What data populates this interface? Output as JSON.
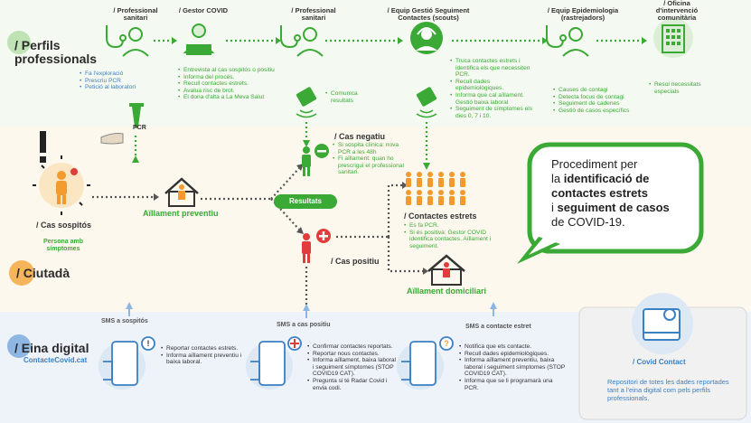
{
  "rows": {
    "perfils": "/ Perfils professionals",
    "ciutada": "/ Ciutadà",
    "eina": "/ Eina digital",
    "eina_sub": "ContacteCovid.cat"
  },
  "roles": [
    {
      "name": "/ Professional sanitari"
    },
    {
      "name": "/ Gestor COVID"
    },
    {
      "name": "/ Professional sanitari"
    },
    {
      "name": "/ Equip Gestió Seguiment Contactes (scouts)"
    },
    {
      "name": "/ Equip Epidemiologia (rastrejadors)"
    },
    {
      "name": "/ Oficina d'intervenció comunitària"
    }
  ],
  "lists": {
    "prof1": [
      "Fa l'exploració",
      "Prescriu PCR",
      "Petició al laboratori"
    ],
    "gestor": [
      "Entrevista al cas sospitós o positiu",
      "Informa del procés.",
      "Recull contactes estrets.",
      "Avalua risc de brot.",
      "El dona d'alta a La Meva Salut"
    ],
    "prof2": [
      "Comunica resultats"
    ],
    "scouts": [
      "Truca contactes estrets i identifica els que necessiten PCR.",
      "Recull dades epidemiològiques.",
      "Informa que cal aïllament. Gestió baixa laboral",
      "Seguiment de símptomes els dies 0, 7 i 10."
    ],
    "epi": [
      "Causes de contagi",
      "Detecta focus de contagi",
      "Seguiment de cadenes",
      "Gestió de casos específics"
    ],
    "oficina": [
      "Resol necessitats especials"
    ],
    "negatiu": [
      "Si sospita clínica: nova PCR a les 48h",
      "Fi aïllament: quan ho prescrigui el professional sanitari."
    ],
    "contactes": [
      "Es fa PCR.",
      "Si és positiva: Gestor COVID identifica contactes. Aïllament i seguiment."
    ],
    "sms1": [
      "Reportar contactes estrets.",
      "Informa aïllament preventiu i baixa laboral."
    ],
    "sms2": [
      "Confirmar contactes reportats.",
      "Reportar nous contactes.",
      "Informa aïllament, baixa laboral i seguiment símptomes (STOP COVID19 CAT).",
      "Pregunta si té Radar Covid i envia codi."
    ],
    "sms3": [
      "Notifica que ets contacte.",
      "Recull dades epidemiològiques.",
      "Informa aïllament preventiu, baixa laboral i seguiment símptomes (STOP COVID19 CAT).",
      "Informa que se li programarà una PCR."
    ]
  },
  "labels": {
    "pcr": "PCR",
    "cas_sospitos": "/ Cas sospitós",
    "cas_sospitos_sub": "Persona amb símptomes",
    "aillament_preventiu": "Aïllament preventiu",
    "resultats": "Resultats",
    "cas_negatiu": "/ Cas negatiu",
    "cas_positiu": "/ Cas positiu",
    "contactes_estrets": "/ Contactes estrets",
    "aillament_domiciliari": "Aïllament domiciliari",
    "sms1": "SMS a sospitós",
    "sms2": "SMS a cas positiu",
    "sms3": "SMS a contacte estret",
    "covid_contact_title": "/ Covid Contact",
    "covid_contact_desc": "Repositori de totes les dades reportades tant a l'eina digital com pels perfils professionals."
  },
  "bubble": {
    "l1": "Procediment per",
    "l2a": "la ",
    "l2b": "identificació de",
    "l3": "contactes estrets",
    "l4a": "i ",
    "l4b": "seguiment de casos",
    "l5": "de COVID-19."
  },
  "colors": {
    "green": "#3aa935",
    "orange": "#f29a2e",
    "red": "#e23b3b",
    "blue": "#3b7fc4",
    "gray": "#555555"
  }
}
